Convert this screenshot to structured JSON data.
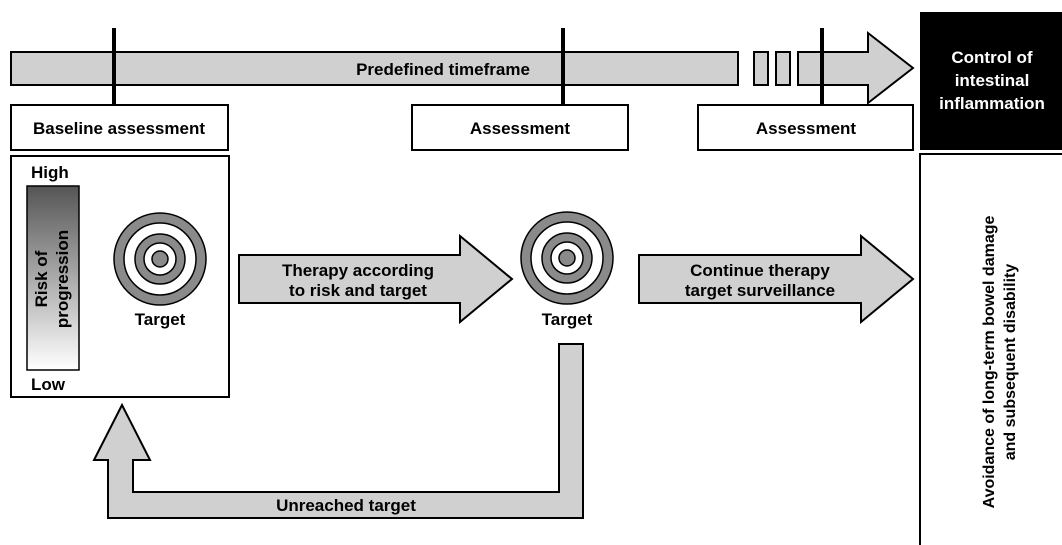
{
  "timeline": {
    "label": "Predefined timeframe"
  },
  "assessments": {
    "baseline": "Baseline assessment",
    "second": "Assessment",
    "third": "Assessment"
  },
  "outcome_box": {
    "line1": "Control of",
    "line2": "intestinal",
    "line3": "inflammation"
  },
  "side_box": {
    "line1": "Avoidance of long-term bowel damage",
    "line2": "and subsequent disability"
  },
  "risk_panel": {
    "high": "High",
    "low": "Low",
    "bar_line1": "Risk of",
    "bar_line2": "progression",
    "target": "Target"
  },
  "therapy_arrow": {
    "line1": "Therapy according",
    "line2": "to risk and target"
  },
  "middle_target": {
    "label": "Target"
  },
  "continue_arrow": {
    "line1": "Continue therapy",
    "line2": "target surveillance"
  },
  "loop_arrow": {
    "label": "Unreached target"
  },
  "colors": {
    "arrow_fill": "#d0d0d0",
    "target_ring": "#8a8a8a",
    "outcome_bg": "#000000",
    "gradient_top": "#555555",
    "gradient_bottom": "#ffffff"
  }
}
